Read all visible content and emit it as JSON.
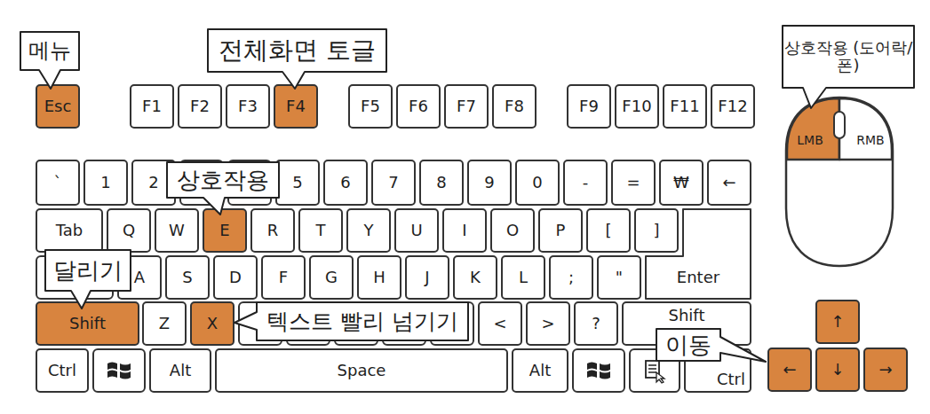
{
  "diagram": {
    "nodes": [
      {
        "text": [
          "메뉴"
        ]
      },
      {
        "text": [
          "전체화면 토글"
        ]
      },
      {
        "text": [
          "상호작용 (도어락/폰)"
        ]
      },
      {
        "text": [
          "Esc"
        ]
      },
      {
        "text": [
          "F1"
        ]
      },
      {
        "text": [
          "F2"
        ]
      },
      {
        "text": [
          "F3"
        ]
      },
      {
        "text": [
          "F4"
        ]
      },
      {
        "text": [
          "F5"
        ]
      },
      {
        "text": [
          "F6"
        ]
      },
      {
        "text": [
          "F7"
        ]
      },
      {
        "text": [
          "F8"
        ]
      },
      {
        "text": [
          "F9"
        ]
      },
      {
        "text": [
          "F10"
        ]
      },
      {
        "text": [
          "F11"
        ]
      },
      {
        "text": [
          "F12"
        ]
      },
      {
        "text": [
          "LMB"
        ]
      },
      {
        "text": [
          "RMB"
        ]
      },
      {
        "text": [
          "상호작용"
        ]
      },
      {
        "text": [
          "`"
        ]
      },
      {
        "text": [
          "1"
        ]
      },
      {
        "text": [
          "2"
        ]
      },
      {
        "text": [
          "5"
        ]
      },
      {
        "text": [
          "6"
        ]
      },
      {
        "text": [
          "7"
        ]
      },
      {
        "text": [
          "8"
        ]
      },
      {
        "text": [
          "9"
        ]
      },
      {
        "text": [
          "0"
        ]
      },
      {
        "text": [
          "-"
        ]
      },
      {
        "text": [
          "="
        ]
      },
      {
        "text": [
          "₩"
        ]
      },
      {
        "text": [
          "←"
        ]
      },
      {
        "text": [
          "Tab"
        ]
      },
      {
        "text": [
          "Q"
        ]
      },
      {
        "text": [
          "W"
        ]
      },
      {
        "text": [
          "E"
        ]
      },
      {
        "text": [
          "R"
        ]
      },
      {
        "text": [
          "T"
        ]
      },
      {
        "text": [
          "Y"
        ]
      },
      {
        "text": [
          "U"
        ]
      },
      {
        "text": [
          "I"
        ]
      },
      {
        "text": [
          "O"
        ]
      },
      {
        "text": [
          "P"
        ]
      },
      {
        "text": [
          "["
        ]
      },
      {
        "text": [
          "]"
        ]
      },
      {
        "text": [
          "달리기"
        ]
      },
      {
        "text": [
          "A"
        ]
      },
      {
        "text": [
          "S"
        ]
      },
      {
        "text": [
          "D"
        ]
      },
      {
        "text": [
          "F"
        ]
      },
      {
        "text": [
          "G"
        ]
      },
      {
        "text": [
          "H"
        ]
      },
      {
        "text": [
          "J"
        ]
      },
      {
        "text": [
          "K"
        ]
      },
      {
        "text": [
          "L"
        ]
      },
      {
        "text": [
          ";"
        ]
      },
      {
        "text": [
          "\""
        ]
      },
      {
        "text": [
          "Enter"
        ]
      },
      {
        "text": [
          "Shift"
        ]
      },
      {
        "text": [
          "Z"
        ]
      },
      {
        "text": [
          "X"
        ]
      },
      {
        "text": [
          "텍스트 빨리 넘기기"
        ]
      },
      {
        "text": [
          "<"
        ]
      },
      {
        "text": [
          ">"
        ]
      },
      {
        "text": [
          "?"
        ]
      },
      {
        "text": [
          "Shift"
        ]
      },
      {
        "text": [
          "↑"
        ]
      },
      {
        "text": [
          "이동"
        ]
      },
      {
        "text": [
          "Ctrl"
        ]
      },
      {
        "text": [
          "Alt"
        ]
      },
      {
        "text": [
          "Space"
        ]
      },
      {
        "text": [
          "Alt"
        ]
      },
      {
        "text": [
          "Ctrl"
        ]
      },
      {
        "text": [
          "←"
        ]
      },
      {
        "text": [
          "↓"
        ]
      },
      {
        "text": [
          "→"
        ]
      }
    ]
  }
}
